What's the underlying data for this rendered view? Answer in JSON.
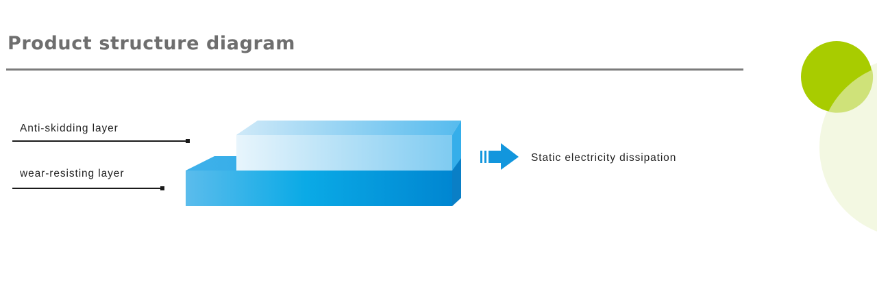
{
  "header": {
    "title": "Product structure diagram"
  },
  "diagram": {
    "layers": [
      {
        "label": "Anti-skidding layer"
      },
      {
        "label": "wear-resisting layer"
      }
    ],
    "output_label": "Static electricity dissipation"
  },
  "colors": {
    "title_text": "#6e6e6e",
    "rule": "#7b7b7b",
    "top_layer_light": "#e6f4fc",
    "top_layer_dark": "#7fcbf1",
    "bottom_layer_light": "#5bbcec",
    "bottom_layer_dark": "#0087d2",
    "arrow": "#1296dd",
    "accent_green": "#a8cc00",
    "soft_green": "#f3f8e2"
  }
}
